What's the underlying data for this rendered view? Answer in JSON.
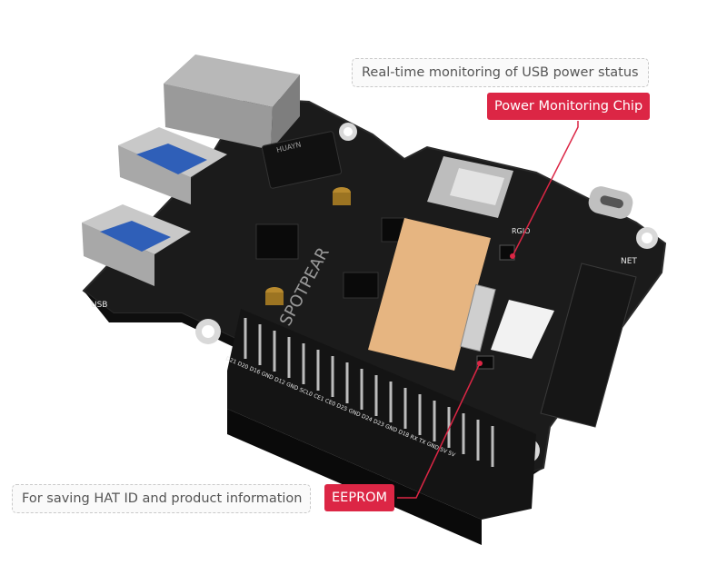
{
  "callouts": {
    "usb_power": "Real-time monitoring of USB power status",
    "power_chip": "Power Monitoring Chip",
    "hat_id": "For saving HAT ID and product information",
    "eeprom": "EEPROM"
  },
  "board": {
    "watermark": "SPOTPEAR",
    "silk_usb": "USB",
    "silk_net": "NET",
    "silk_rgio": "RGIO",
    "pin_labels": "D21 D20 D16 GND D12 GND SCL0 CE1 CE0 D25 GND D24 D23 GND D18 RX TX GND 5V 5V",
    "chip_text": "HUAYN"
  },
  "colors": {
    "accent": "#dc2645",
    "pcb": "#1b1b1b",
    "usb_blue": "#2f5fb8",
    "gold": "#e6b581"
  }
}
